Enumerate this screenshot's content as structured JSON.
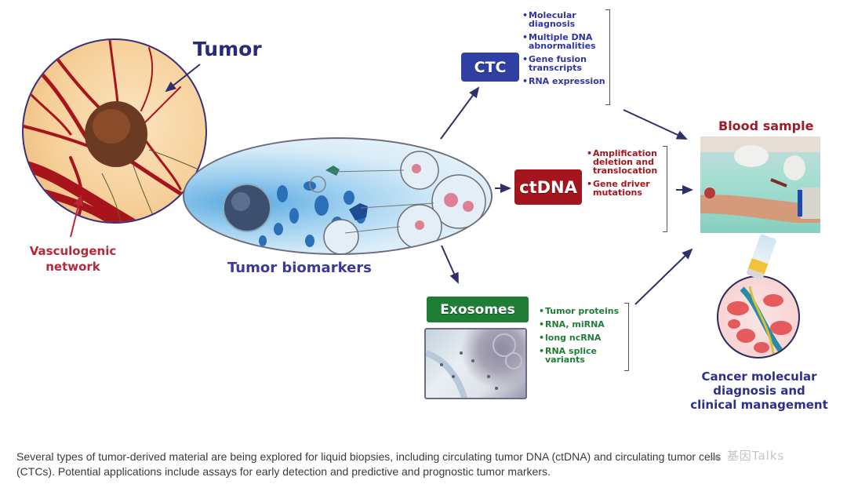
{
  "figure": {
    "tumor": {
      "label": "Tumor"
    },
    "vasculogenic": {
      "label_line1": "Vasculogenic",
      "label_line2": "network"
    },
    "biomarkers": {
      "label": "Tumor biomarkers"
    },
    "ctc": {
      "label": "CTC",
      "color": "#2f3fa3",
      "items": [
        "Molecular diagnosis",
        "Multiple DNA abnormalities",
        "Gene fusion transcripts",
        "RNA expression"
      ]
    },
    "ctdna": {
      "label": "ctDNA",
      "color": "#a3161e",
      "items": [
        "Amplification deletion and translocation",
        "Gene driver mutations"
      ]
    },
    "exosomes": {
      "label": "Exosomes",
      "color": "#1f7d36",
      "items": [
        "Tumor proteins",
        "RNA, miRNA",
        "long ncRNA",
        "RNA splice variants"
      ]
    },
    "blood_sample": {
      "label": "Blood sample"
    },
    "outcome": {
      "line1": "Cancer molecular",
      "line2": "diagnosis and",
      "line3": "clinical management"
    }
  },
  "caption": {
    "line1": "Several types of tumor-derived material are being explored for liquid biopsies, including circulating tumor DNA (ctDNA) and circulating tumor cells",
    "line2": "(CTCs). Potential applications include assays for early detection and predictive and prognostic tumor markers."
  },
  "watermark": {
    "text": "基因Talks",
    "icon": "wechat-icon"
  }
}
